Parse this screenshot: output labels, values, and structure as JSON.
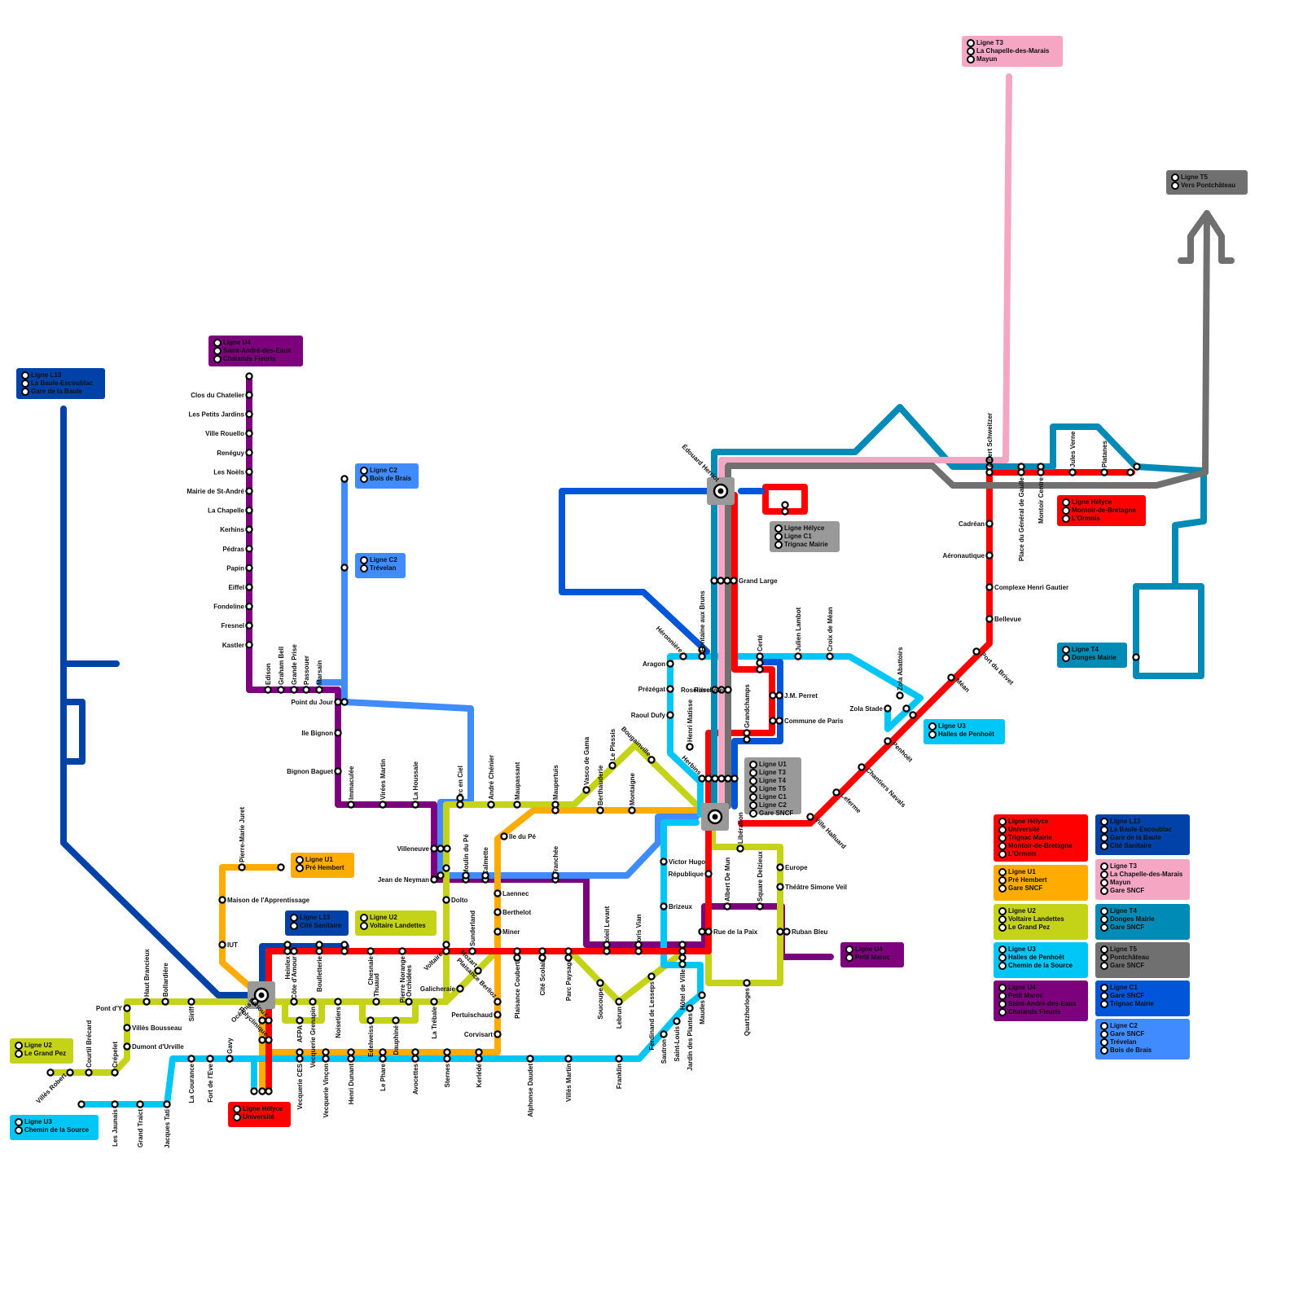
{
  "map": {
    "title": "Réseau STRAN Saint-Nazaire",
    "lines": [
      {
        "id": "helyce",
        "name": "Ligne Hélyce",
        "color": "#ff0000"
      },
      {
        "id": "u1",
        "name": "Ligne U1",
        "color": "#ffab00"
      },
      {
        "id": "u2",
        "name": "Ligne U2",
        "color": "#c4d318"
      },
      {
        "id": "u3",
        "name": "Ligne U3",
        "color": "#00c6f6"
      },
      {
        "id": "u4",
        "name": "Ligne U4",
        "color": "#7d007d"
      },
      {
        "id": "l13",
        "name": "Ligne L13",
        "color": "#0042a8"
      },
      {
        "id": "t3",
        "name": "Ligne T3",
        "color": "#f4a6c2"
      },
      {
        "id": "t4",
        "name": "Ligne T4",
        "color": "#008bb6"
      },
      {
        "id": "t5",
        "name": "Ligne T5",
        "color": "#707070"
      },
      {
        "id": "c1",
        "name": "Ligne C1",
        "color": "#0055d8"
      },
      {
        "id": "c2",
        "name": "Ligne C2",
        "color": "#3f8bff"
      }
    ],
    "legend": [
      {
        "line": "helyce",
        "color": "#ff0000",
        "entries": [
          "Ligne Hélyce",
          "Université",
          "Trignac Mairie",
          "Montoir-de-Bretagne",
          "L'Ormois"
        ]
      },
      {
        "line": "l13",
        "color": "#0042a8",
        "entries": [
          "Ligne L13",
          "La Baule-Escoublac",
          "Gare de la Baule",
          "Cité Sanitaire"
        ]
      },
      {
        "line": "u1",
        "color": "#ffab00",
        "entries": [
          "Ligne U1",
          "Pré Hembert",
          "Gare SNCF"
        ]
      },
      {
        "line": "t3",
        "color": "#f4a6c2",
        "entries": [
          "Ligne T3",
          "La Chapelle-des-Marais",
          "Mayun",
          "Gare SNCF"
        ]
      },
      {
        "line": "u2",
        "color": "#c4d318",
        "entries": [
          "Ligne U2",
          "Voltaire Landettes",
          "Le Grand Pez"
        ]
      },
      {
        "line": "t4",
        "color": "#008bb6",
        "entries": [
          "Ligne T4",
          "Donges Mairie",
          "Gare SNCF"
        ]
      },
      {
        "line": "u3",
        "color": "#00c6f6",
        "entries": [
          "Ligne U3",
          "Halles de Penhoët",
          "Chemin de la Source"
        ]
      },
      {
        "line": "t5",
        "color": "#707070",
        "entries": [
          "Ligne T5",
          "Pontchâteau",
          "Gare SNCF"
        ]
      },
      {
        "line": "u4",
        "color": "#7d007d",
        "entries": [
          "Ligne U4",
          "Petit Maroc",
          "Saint-André-des-Eaux",
          "Chalands Fleuris"
        ]
      },
      {
        "line": "c1",
        "color": "#0055d8",
        "entries": [
          "Ligne C1",
          "Gare SNCF",
          "Trignac Mairie"
        ]
      },
      {
        "line": "c2",
        "color": "#3f8bff",
        "entries": [
          "Ligne C2",
          "Gare SNCF",
          "Trévelan",
          "Bois de Brais"
        ]
      }
    ],
    "terminus_boxes": [
      {
        "name": "t3-mayun",
        "color": "#f4a6c2",
        "entries": [
          "Ligne T3",
          "La Chapelle-des-Marais",
          "Mayun"
        ]
      },
      {
        "name": "t5-pontchateau",
        "color": "#707070",
        "entries": [
          "Ligne T5",
          "Vers Pontchâteau"
        ]
      },
      {
        "name": "u4-chalands",
        "color": "#7d007d",
        "entries": [
          "Ligne U4",
          "Saint-André-des-Eaux",
          "Chalands Fleuris"
        ]
      },
      {
        "name": "l13-baule",
        "color": "#0042a8",
        "entries": [
          "Ligne L13",
          "La Baule-Escoublac",
          "Gare de la Baule"
        ]
      },
      {
        "name": "c2-bois",
        "color": "#3f8bff",
        "entries": [
          "Ligne C2",
          "Bois de Brais"
        ]
      },
      {
        "name": "c2-trevelan",
        "color": "#3f8bff",
        "entries": [
          "Ligne C2",
          "Trévelan"
        ]
      },
      {
        "name": "helyce-montoir",
        "color": "#ff0000",
        "entries": [
          "Ligne Hélyce",
          "Montoir-de-Bretagne",
          "L'Ormois"
        ]
      },
      {
        "name": "trignac-mairie",
        "color": "#999999",
        "entries": [
          "Ligne Hélyce",
          "Ligne C1",
          "Trignac Mairie"
        ]
      },
      {
        "name": "t4-donges",
        "color": "#008bb6",
        "entries": [
          "Ligne T4",
          "Donges Mairie"
        ]
      },
      {
        "name": "u3-halles",
        "color": "#00c6f6",
        "entries": [
          "Ligne U3",
          "Halles de Penhoët"
        ]
      },
      {
        "name": "gare-sncf",
        "color": "#999999",
        "entries": [
          "Ligne U1",
          "Ligne T3",
          "Ligne T4",
          "Ligne T5",
          "Ligne C1",
          "Ligne C2",
          "Gare SNCF"
        ]
      },
      {
        "name": "u1-pre-hembert",
        "color": "#ffab00",
        "entries": [
          "Ligne U1",
          "Pré Hembert"
        ]
      },
      {
        "name": "l13-cite",
        "color": "#0042a8",
        "entries": [
          "Ligne L13",
          "Cité Sanitaire"
        ]
      },
      {
        "name": "u2-voltaire",
        "color": "#c4d318",
        "entries": [
          "Ligne U2",
          "Voltaire Landettes"
        ]
      },
      {
        "name": "u4-petit-maroc",
        "color": "#7d007d",
        "entries": [
          "Ligne U4",
          "Petit Maroc"
        ]
      },
      {
        "name": "u2-grand-pez",
        "color": "#c4d318",
        "entries": [
          "Ligne U2",
          "Le Grand Pez"
        ]
      },
      {
        "name": "u3-chemin",
        "color": "#00c6f6",
        "entries": [
          "Ligne U3",
          "Chemin de la Source"
        ]
      },
      {
        "name": "helyce-universite",
        "color": "#ff0000",
        "entries": [
          "Ligne Hélyce",
          "Université"
        ]
      }
    ],
    "stations": {
      "u4_north": [
        "Clos du Chatelier",
        "Les Petits Jardins",
        "Ville Rouello",
        "Renéguy",
        "Les Noëls",
        "Mairie de St-André",
        "La Chapelle",
        "Kerhins",
        "Pédras",
        "Papin",
        "Eiffel",
        "Fondeline",
        "Fresnel",
        "Kastler"
      ],
      "u4_west": [
        "Edison",
        "Graham Bell",
        "Grande Prise",
        "Passouer",
        "Marsain",
        "Point du Jour",
        "Ile Bignon",
        "Bignon Baguet",
        "Immaculée",
        "Virées Martin",
        "La Houssaie",
        "Villeneuve",
        "Jean de Neyman"
      ],
      "u2_center": [
        "Arc en Ciel",
        "André Chénier",
        "Maupassant",
        "Maupertuis",
        "Vasco de Gama",
        "Le Plessis",
        "Bougainville",
        "Moulin du Pé",
        "Calmette",
        "Dolto",
        "Voltaire",
        "Sunderland",
        "Mozart",
        "Plaisance Berlioz",
        "Galicheraie",
        "La Trébale"
      ],
      "u1": [
        "Pierre-Marie Juret",
        "Maison de l'Apprentissage",
        "IUT",
        "Ile du Pé",
        "Berthauderie",
        "Montaigne",
        "Tranchée",
        "Laennec",
        "Berthelot",
        "Miner",
        "Pertuischaud",
        "Corvisart"
      ],
      "helyce_south": [
        "Heinlex",
        "Côte d'Amour",
        "Boulletterie",
        "Chesnaie",
        "Thuaud",
        "Pierre Norange",
        "Orchidées",
        "Plaisance Coubertin",
        "Cité Scolaire",
        "Parc Paysager",
        "Soleil Levant",
        "Boris Vian",
        "Hôtel de Ville",
        "Rue de la Paix",
        "République",
        "Albert De Mun",
        "Océanis",
        "Lérioux",
        "Polyclinique"
      ],
      "u2_west": [
        "Pont d'Y",
        "Haut Brancieux",
        "Bollardière",
        "Siriff",
        "Villès Bousseau",
        "Dumont d'Urville",
        "Crépelet",
        "Courtil Brécard",
        "Villès Robert",
        "AFPA",
        "Vecquerie Grenapin",
        "Noisetiers",
        "Edelweiss",
        "Dauphiné",
        "Soucoupe",
        "Lebrun",
        "Ferdinand de Lesseps",
        "Quartzhorloges",
        "Libération",
        "Square Delzieux",
        "Europe",
        "Théâtre Simone Veil",
        "Ruban Bleu"
      ],
      "u3": [
        "Les Jaunais",
        "Grand Traict",
        "Jacques Tati",
        "La Courance",
        "Fort de l'Eve",
        "Gavy",
        "Vecquerie CES",
        "Vecquerie Vinçon",
        "Henri Dunant",
        "Le Phare",
        "Avocettes",
        "Sternes",
        "Kerlédé",
        "Alphonse Daudet",
        "Villès Martin",
        "Franklin",
        "Sautron",
        "Saint-Louis",
        "Jardin des Plantes",
        "Maudes",
        "Brizeux",
        "Victor Hugo",
        "Herbins",
        "Henri Matisse",
        "Raoul Dufy",
        "Prézégat",
        "Aragon",
        "Héronnière",
        "Fontaine aux Bruns",
        "Certé",
        "Julien Lambot",
        "Croix de Méan",
        "Zola Stade",
        "Zola Abattoirs"
      ],
      "north_east": [
        "Édouard Herriot",
        "Grand Large",
        "Roselière",
        "Grandchamps",
        "J.M. Perret",
        "Commune de Paris",
        "Albert Schweitzer",
        "Place du Général de Gaulle",
        "Montoir Centre",
        "Jules Verne",
        "Platanes",
        "Cadréan",
        "Aéronautique",
        "Complexe Henri Gautier",
        "Bellevue",
        "Port du Brivet",
        "Méan",
        "Penhoët",
        "Chantiers Navals",
        "Leferme",
        "Ville Halluard"
      ]
    }
  }
}
